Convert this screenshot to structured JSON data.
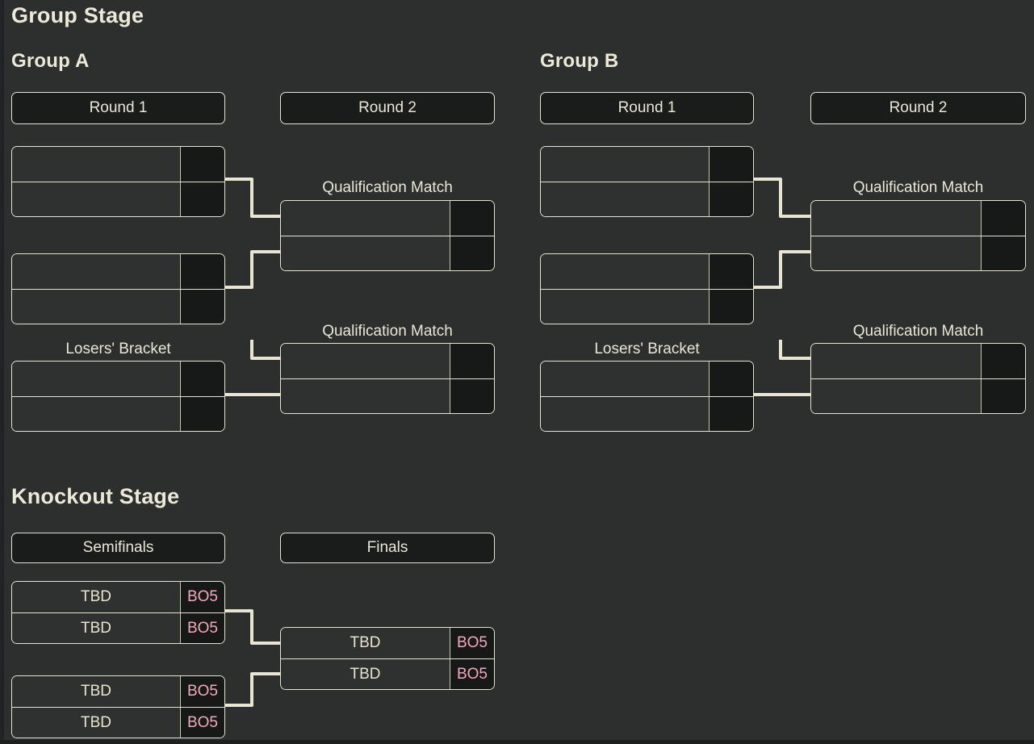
{
  "colors": {
    "background": "#2d2e2e",
    "header_background": "#1a1b1b",
    "score_cell_background": "#171818",
    "border_cream": "#e6e3d3",
    "connector_cream": "#e8e5d2",
    "text_cream": "#eae7d6",
    "heading_cream": "#ece9d8",
    "format_pink": "#f4a9bd"
  },
  "group_stage": {
    "title": "Group Stage",
    "groups": [
      {
        "name": "Group A",
        "round1_label": "Round 1",
        "round2_label": "Round 2",
        "qual_label": "Qualification Match",
        "losers_label": "Losers' Bracket"
      },
      {
        "name": "Group B",
        "round1_label": "Round 1",
        "round2_label": "Round 2",
        "qual_label": "Qualification Match",
        "losers_label": "Losers' Bracket"
      }
    ]
  },
  "knockout_stage": {
    "title": "Knockout Stage",
    "semifinals_label": "Semifinals",
    "finals_label": "Finals",
    "semifinal_matches": [
      {
        "slots": [
          {
            "team": "TBD",
            "format": "BO5"
          },
          {
            "team": "TBD",
            "format": "BO5"
          }
        ]
      },
      {
        "slots": [
          {
            "team": "TBD",
            "format": "BO5"
          },
          {
            "team": "TBD",
            "format": "BO5"
          }
        ]
      }
    ],
    "final_match": {
      "slots": [
        {
          "team": "TBD",
          "format": "BO5"
        },
        {
          "team": "TBD",
          "format": "BO5"
        }
      ]
    }
  }
}
